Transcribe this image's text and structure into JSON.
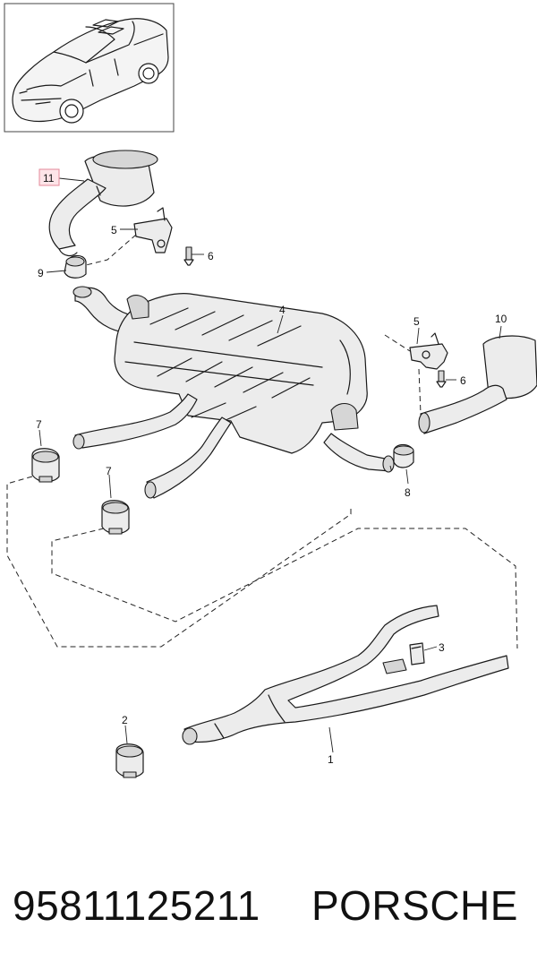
{
  "callouts": {
    "c11": "11",
    "c5a": "5",
    "c6a": "6",
    "c9": "9",
    "c4": "4",
    "c5b": "5",
    "c10": "10",
    "c6b": "6",
    "c7a": "7",
    "c7b": "7",
    "c8": "8",
    "c3": "3",
    "c2": "2",
    "c1": "1"
  },
  "footer": {
    "part_number": "95811125211",
    "brand": "PORSCHE"
  },
  "colors": {
    "line": "#1a1a1a",
    "part_fill": "#ececec",
    "highlight_box": "#fde4e8"
  }
}
